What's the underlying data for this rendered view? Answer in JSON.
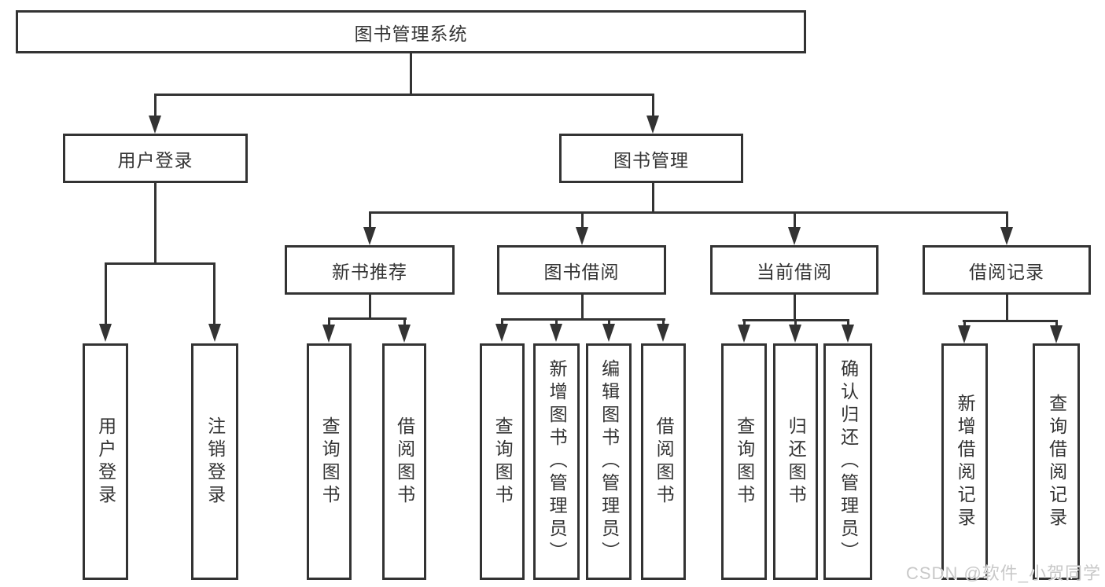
{
  "diagram": {
    "root": {
      "label": "图书管理系统"
    },
    "level2": [
      {
        "label": "用户登录"
      },
      {
        "label": "图书管理"
      }
    ],
    "level3": [
      {
        "label": "新书推荐"
      },
      {
        "label": "图书借阅"
      },
      {
        "label": "当前借阅"
      },
      {
        "label": "借阅记录"
      }
    ],
    "leaves": {
      "user_login": [
        {
          "label": "用户登录"
        },
        {
          "label": "注销登录"
        }
      ],
      "new_book_rec": [
        {
          "label": "查询图书"
        },
        {
          "label": "借阅图书"
        }
      ],
      "book_borrow": [
        {
          "label": "查询图书"
        },
        {
          "label": "新增图书（管理员）"
        },
        {
          "label": "编辑图书（管理员）"
        },
        {
          "label": "借阅图书"
        }
      ],
      "current_borrow": [
        {
          "label": "查询图书"
        },
        {
          "label": "归还图书"
        },
        {
          "label": "确认归还（管理员）"
        }
      ],
      "borrow_records": [
        {
          "label": "新增借阅记录"
        },
        {
          "label": "查询借阅记录"
        }
      ]
    },
    "colors": {
      "line": "#333333",
      "box_border": "#333333",
      "text": "#333333",
      "background": "#ffffff",
      "watermark": "#c8c8c8"
    }
  },
  "watermark": {
    "text": "CSDN @软件_小贺同学"
  }
}
